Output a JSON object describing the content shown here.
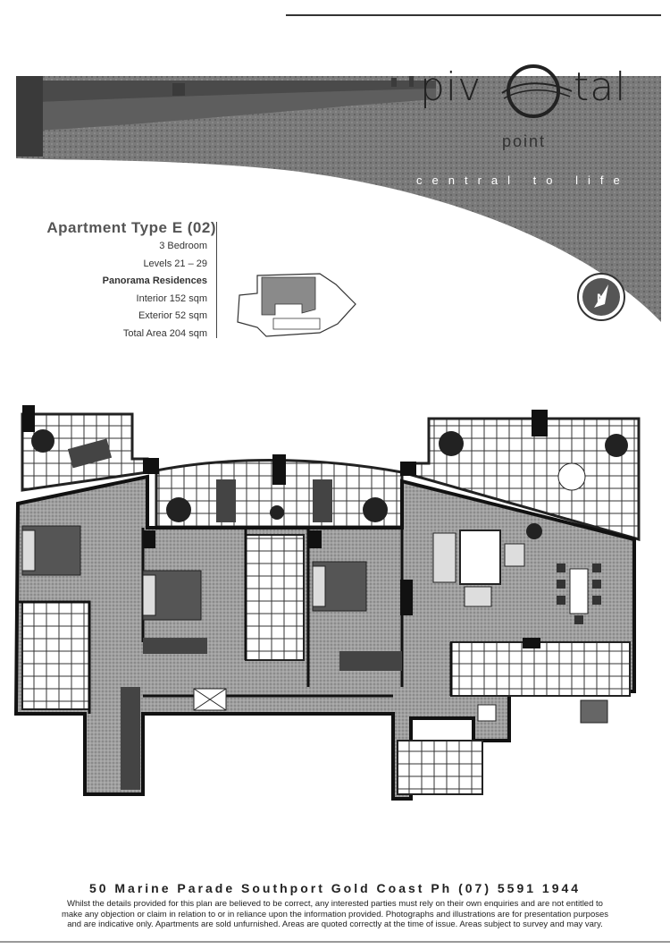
{
  "logo": {
    "word_left": "piv",
    "word_right": "tal",
    "sub": "point",
    "tagline": "central to life"
  },
  "spec": {
    "title": "Apartment Type E (02)",
    "bedrooms": "3 Bedroom",
    "levels": "Levels 21 – 29",
    "residence": "Panorama Residences",
    "interior": "Interior 152 sqm",
    "exterior": "Exterior 52 sqm",
    "total": "Total Area 204 sqm"
  },
  "compass": {
    "letter": "N"
  },
  "footer": {
    "address": "50 Marine Parade  Southport  Gold Coast Ph (07) 5591 1944",
    "disclaimer_1": "Whilst the details provided for this plan are believed to be correct, any interested parties must rely on their own enquiries and are not entitled to",
    "disclaimer_2": "make any objection or claim in relation to or in reliance upon the information provided. Photographs and illustrations are for presentation purposes",
    "disclaimer_3": "and are indicative only. Apartments are sold unfurnished. Areas are quoted correctly at the time of issue. Areas subject to survey and may vary."
  },
  "colors": {
    "ink": "#222222",
    "sea": "#6e6e6e",
    "floor": "#9a9a9a"
  }
}
